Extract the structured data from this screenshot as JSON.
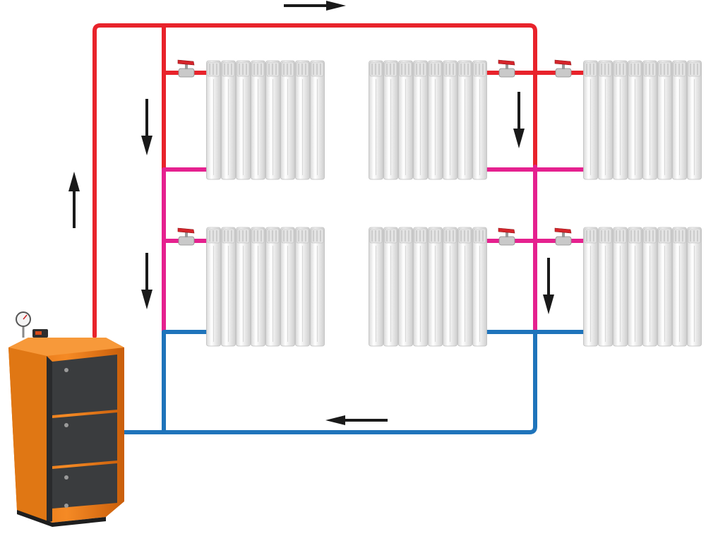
{
  "diagram": {
    "colors": {
      "supply": "#e8232b",
      "intermediate": "#e5218f",
      "return": "#1f74bb",
      "arrow": "#1a1a1a",
      "boiler_body": "#ef7d1b",
      "boiler_panel": "#3a3c3e",
      "radiator": "#f2f2f2",
      "valve_handle": "#d5252b",
      "valve_body": "#c9c9c9"
    },
    "radiator_sections": 8,
    "radiators": [
      {
        "id": "top-left"
      },
      {
        "id": "top-middle"
      },
      {
        "id": "top-right"
      },
      {
        "id": "bottom-left"
      },
      {
        "id": "bottom-middle"
      },
      {
        "id": "bottom-right"
      }
    ],
    "valves": [
      {
        "id": "top-left"
      },
      {
        "id": "top-middle"
      },
      {
        "id": "top-right"
      },
      {
        "id": "bottom-left"
      },
      {
        "id": "bottom-middle"
      },
      {
        "id": "bottom-right"
      }
    ],
    "arrows": [
      {
        "id": "top-supply",
        "direction": "right"
      },
      {
        "id": "riser",
        "direction": "up"
      },
      {
        "id": "left-upper",
        "direction": "down"
      },
      {
        "id": "left-lower",
        "direction": "down"
      },
      {
        "id": "right-upper",
        "direction": "down"
      },
      {
        "id": "right-lower",
        "direction": "down"
      },
      {
        "id": "return",
        "direction": "left"
      }
    ],
    "boiler": {
      "icon": "gauge-icon"
    }
  }
}
